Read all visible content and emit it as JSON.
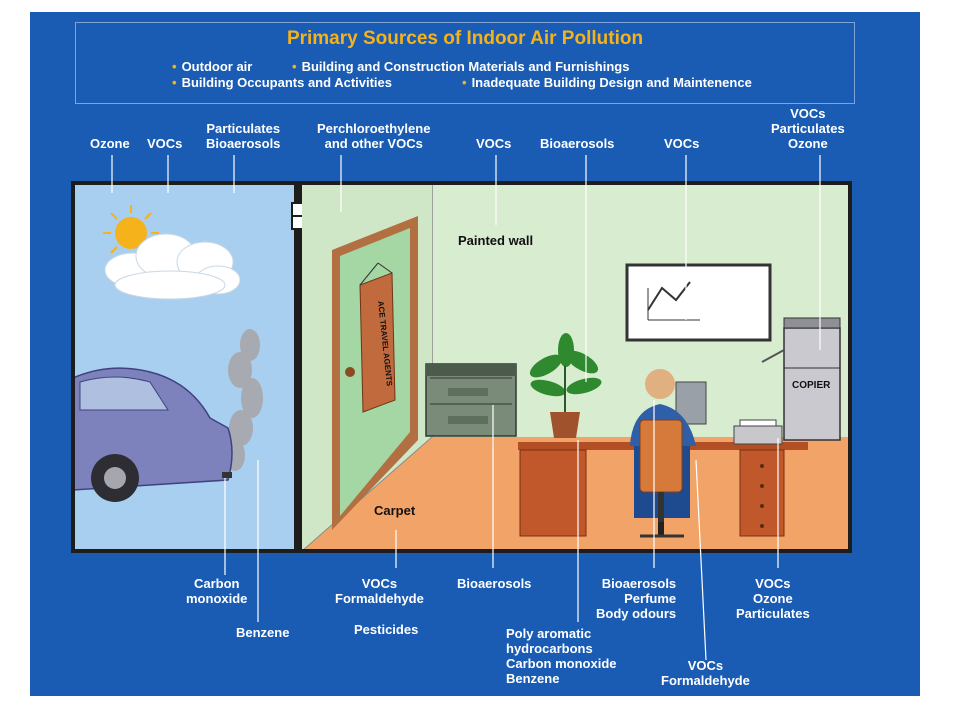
{
  "header": {
    "title": "Primary Sources of Indoor Air Pollution",
    "sources": [
      "Outdoor air",
      "Building and Construction Materials and Furnishings",
      "Building Occupants and Activities",
      "Inadequate Building Design and Maintenence"
    ]
  },
  "top_labels": {
    "ozone": "Ozone",
    "vocs_outdoor": "VOCs",
    "particulates_bioaerosols": "Particulates\nBioaerosols",
    "perchloroethylene": "Perchloroethylene\nand other VOCs",
    "vocs_wall": "VOCs",
    "bioaerosols_top": "Bioaerosols",
    "vocs_picture": "VOCs",
    "copier_top": "VOCs\nParticulates\nOzone"
  },
  "scene_labels": {
    "painted_wall": "Painted wall",
    "carpet": "Carpet",
    "copier": "COPIER",
    "door_sign": "ACE TRAVEL AGENTS"
  },
  "bottom_labels": {
    "carbon_monoxide": "Carbon\nmonoxide",
    "benzene": "Benzene",
    "carpet_vocs": "VOCs\nFormaldehyde",
    "pesticides": "Pesticides",
    "bioaerosols_cabinet": "Bioaerosols",
    "desk_chemicals": "Poly aromatic\nhydrocarbons\nCarbon monoxide\nBenzene",
    "occupant": "Bioaerosols\nPerfume\nBody odours",
    "chair_vocs": "VOCs\nFormaldehyde",
    "printer": "VOCs\nOzone\nParticulates"
  },
  "colors": {
    "background": "#1a5cb4",
    "title": "#f6b21a",
    "sky": "#a9cff0",
    "wall": "#d8ecd0",
    "floor": "#f2a468"
  }
}
